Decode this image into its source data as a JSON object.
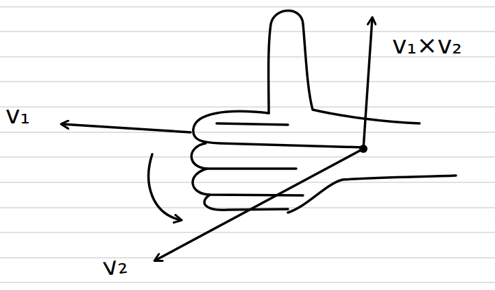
{
  "diagram": {
    "labels": [
      "v₁",
      "v₁×v₂",
      "v₂"
    ]
  }
}
